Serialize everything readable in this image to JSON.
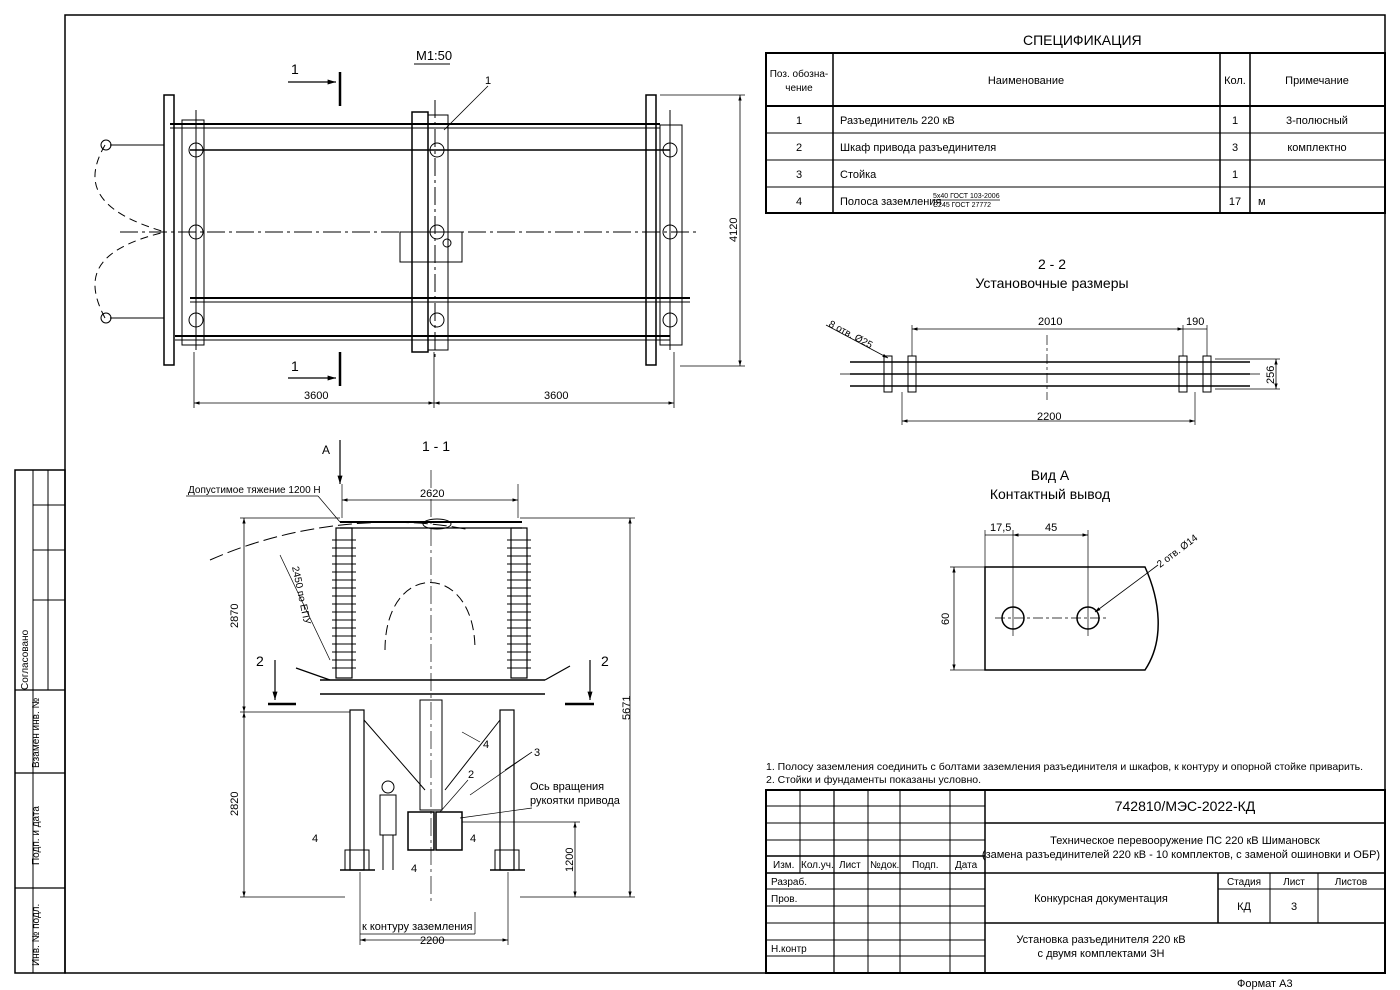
{
  "scale": "М1:50",
  "section_1_label": "1",
  "section_2_label": "2",
  "callout_1": "1",
  "plan": {
    "dim_height": "4120",
    "dim_left": "3600",
    "dim_right": "3600"
  },
  "spec": {
    "title": "СПЕЦИФИКАЦИЯ",
    "headers": {
      "pos": "Поз. обозна-чение",
      "name": "Наименование",
      "qty": "Кол.",
      "note": "Примечание"
    },
    "rows": [
      {
        "pos": "1",
        "name": "Разъединитель 220 кВ",
        "qty": "1",
        "note": "3-полюсный"
      },
      {
        "pos": "2",
        "name": "Шкаф привода разъединителя",
        "qty": "3",
        "note": "комплектно"
      },
      {
        "pos": "3",
        "name": "Стойка",
        "qty": "1",
        "note": ""
      },
      {
        "pos": "4",
        "name": "Полоса заземления",
        "std_top": "5х40 ГОСТ 103-2006",
        "std_bottom": "С245 ГОСТ 27772",
        "qty": "17",
        "note": "м"
      }
    ]
  },
  "section22": {
    "title": "2 - 2",
    "subtitle": "Установочные размеры",
    "holes": "8 отв. Ø25",
    "d_2010": "2010",
    "d_190": "190",
    "d_256": "256",
    "d_2200": "2200"
  },
  "viewA": {
    "title": "Вид А",
    "subtitle": "Контактный вывод",
    "d_175": "17,5",
    "d_45": "45",
    "d_60": "60",
    "holes": "2 отв. Ø14"
  },
  "section11": {
    "title": "1 - 1",
    "arrow_a": "А",
    "tension": "Допустимое тяжение 1200 Н",
    "d_2620": "2620",
    "d_2870": "2870",
    "d_2820": "2820",
    "d_5671": "5671",
    "d_1200": "1200",
    "d_2200": "2200",
    "arc_label": "2450 по ЕПУ",
    "axis_1": "Ось вращения",
    "axis_2": "рукоятки привода",
    "ground": "к контуру заземления",
    "c2": "2",
    "c3": "3",
    "c4": "4"
  },
  "notes": [
    "1. Полосу заземления соединить с болтами заземления разъединителя и шкафов, к контуру и опорной стойке приварить.",
    "2. Стойки и фундаменты показаны условно."
  ],
  "stamp": {
    "code": "742810/МЭС-2022-КД",
    "project_1": "Техническое перевооружение ПС 220 кВ Шимановск",
    "project_2": "(замена разъединителей 220 кВ - 10 комплектов, с заменой ошиновки и ОБР)",
    "h_izm": "Изм.",
    "h_koluch": "Кол.уч.",
    "h_list": "Лист",
    "h_ndok": "№док.",
    "h_podp": "Подп.",
    "h_data": "Дата",
    "razrab": "Разраб.",
    "prov": "Пров.",
    "nkontr": "Н.контр",
    "doc_type": "Конкурсная документация",
    "stage_label": "Стадия",
    "sheet_label": "Лист",
    "sheets_label": "Листов",
    "stage": "КД",
    "sheet": "3",
    "sheets": "",
    "title_1": "Установка разъединителя 220 кВ",
    "title_2": "с двумя комплектами ЗН"
  },
  "side": {
    "soglasovano": "Согласовано",
    "vzamen": "Взамен инв. №",
    "podp_data": "Подп. и дата",
    "inv": "Инв. № подл."
  },
  "format": "Формат А3"
}
